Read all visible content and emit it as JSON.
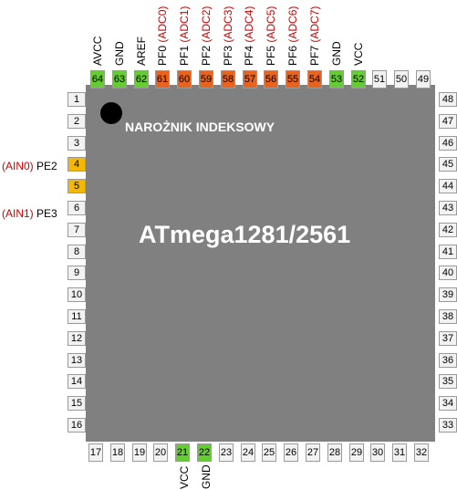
{
  "chip": {
    "title": "ATmega1281/2561",
    "index_label": "NAROŻNIK INDEKSOWY"
  },
  "colors": {
    "chip_body": "#808080",
    "pin_default": "#f2f2f2",
    "pin_power": "#66cc33",
    "pin_adc": "#e8641e",
    "pin_ain": "#f5b800",
    "text_red": "#cc0000"
  },
  "pins": {
    "left": [
      "1",
      "2",
      "3",
      "4",
      "5",
      "6",
      "7",
      "8",
      "9",
      "10",
      "11",
      "12",
      "13",
      "14",
      "15",
      "16"
    ],
    "bottom": [
      "17",
      "18",
      "19",
      "20",
      "21",
      "22",
      "23",
      "24",
      "25",
      "26",
      "27",
      "28",
      "29",
      "30",
      "31",
      "32"
    ],
    "right": [
      "33",
      "34",
      "35",
      "36",
      "37",
      "38",
      "39",
      "40",
      "41",
      "42",
      "43",
      "44",
      "45",
      "46",
      "47",
      "48"
    ],
    "top": [
      "49",
      "50",
      "51",
      "52",
      "53",
      "54",
      "55",
      "56",
      "57",
      "58",
      "59",
      "60",
      "61",
      "62",
      "63",
      "64"
    ]
  },
  "labels": {
    "pe2": "PE2",
    "ain0": "(AIN0)",
    "pe3": "PE3",
    "ain1": "(AIN1)",
    "vcc_bottom": "VCC",
    "gnd_bottom": "GND",
    "avcc": "AVCC",
    "gnd_top1": "GND",
    "aref": "AREF",
    "pf0": "PF0",
    "adc0": "(ADC0)",
    "pf1": "PF1",
    "adc1": "(ADC1)",
    "pf2": "PF2",
    "adc2": "(ADC2)",
    "pf3": "PF3",
    "adc3": "(ADC3)",
    "pf4": "PF4",
    "adc4": "(ADC4)",
    "pf5": "PF5",
    "adc5": "(ADC5)",
    "pf6": "PF6",
    "adc6": "(ADC6)",
    "pf7": "PF7",
    "adc7": "(ADC7)",
    "gnd_top2": "GND",
    "vcc_top": "VCC"
  }
}
